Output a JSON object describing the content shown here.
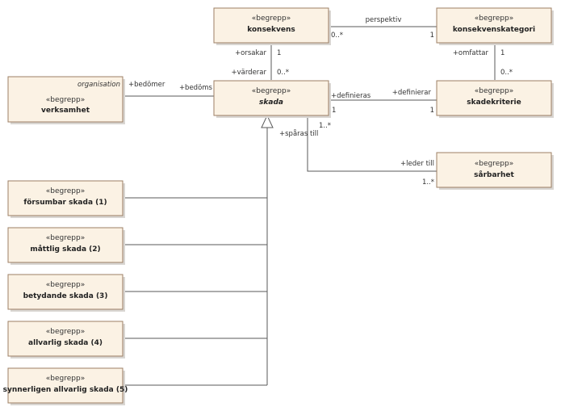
{
  "stereotype": "«begrepp»",
  "classes": {
    "konsekvens": {
      "name": "konsekvens"
    },
    "konsekvenskategori": {
      "name": "konsekvenskategori"
    },
    "verksamhet": {
      "package": "organisation",
      "name": "verksamhet"
    },
    "skada": {
      "name": "skada",
      "abstract": true
    },
    "skadekriterie": {
      "name": "skadekriterie"
    },
    "sarbarhet": {
      "name": "sårbarhet"
    },
    "forsumbar": {
      "name": "försumbar skada (1)"
    },
    "mattlig": {
      "name": "måttlig skada (2)"
    },
    "betydande": {
      "name": "betydande skada (3)"
    },
    "allvarlig": {
      "name": "allvarlig skada (4)"
    },
    "synnerligen": {
      "name": "synnerligen allvarlig skada (5)"
    }
  },
  "associations": {
    "perspektiv": {
      "name": "perspektiv",
      "mult_konsekvens": "0..*",
      "mult_kategori": "1"
    },
    "konsekvens_skada": {
      "role_top": "+orsakar",
      "mult_top": "1",
      "role_bottom": "+värderar",
      "mult_bottom": "0..*"
    },
    "kategori_kriterie": {
      "role": "+omfattar",
      "mult_top": "1",
      "mult_bottom": "0..*"
    },
    "verksamhet_skada": {
      "role_verksamhet": "+bedömer",
      "role_skada": "+bedöms"
    },
    "skada_kriterie": {
      "role_skada": "+definieras",
      "mult_skada": "1",
      "role_kriterie": "+definierar",
      "mult_kriterie": "1"
    },
    "skada_sarbarhet": {
      "mult_skada": "1..*",
      "role_skada": "+spåras till",
      "role_sarbarhet": "+leder till",
      "mult_sarbarhet": "1..*"
    }
  }
}
